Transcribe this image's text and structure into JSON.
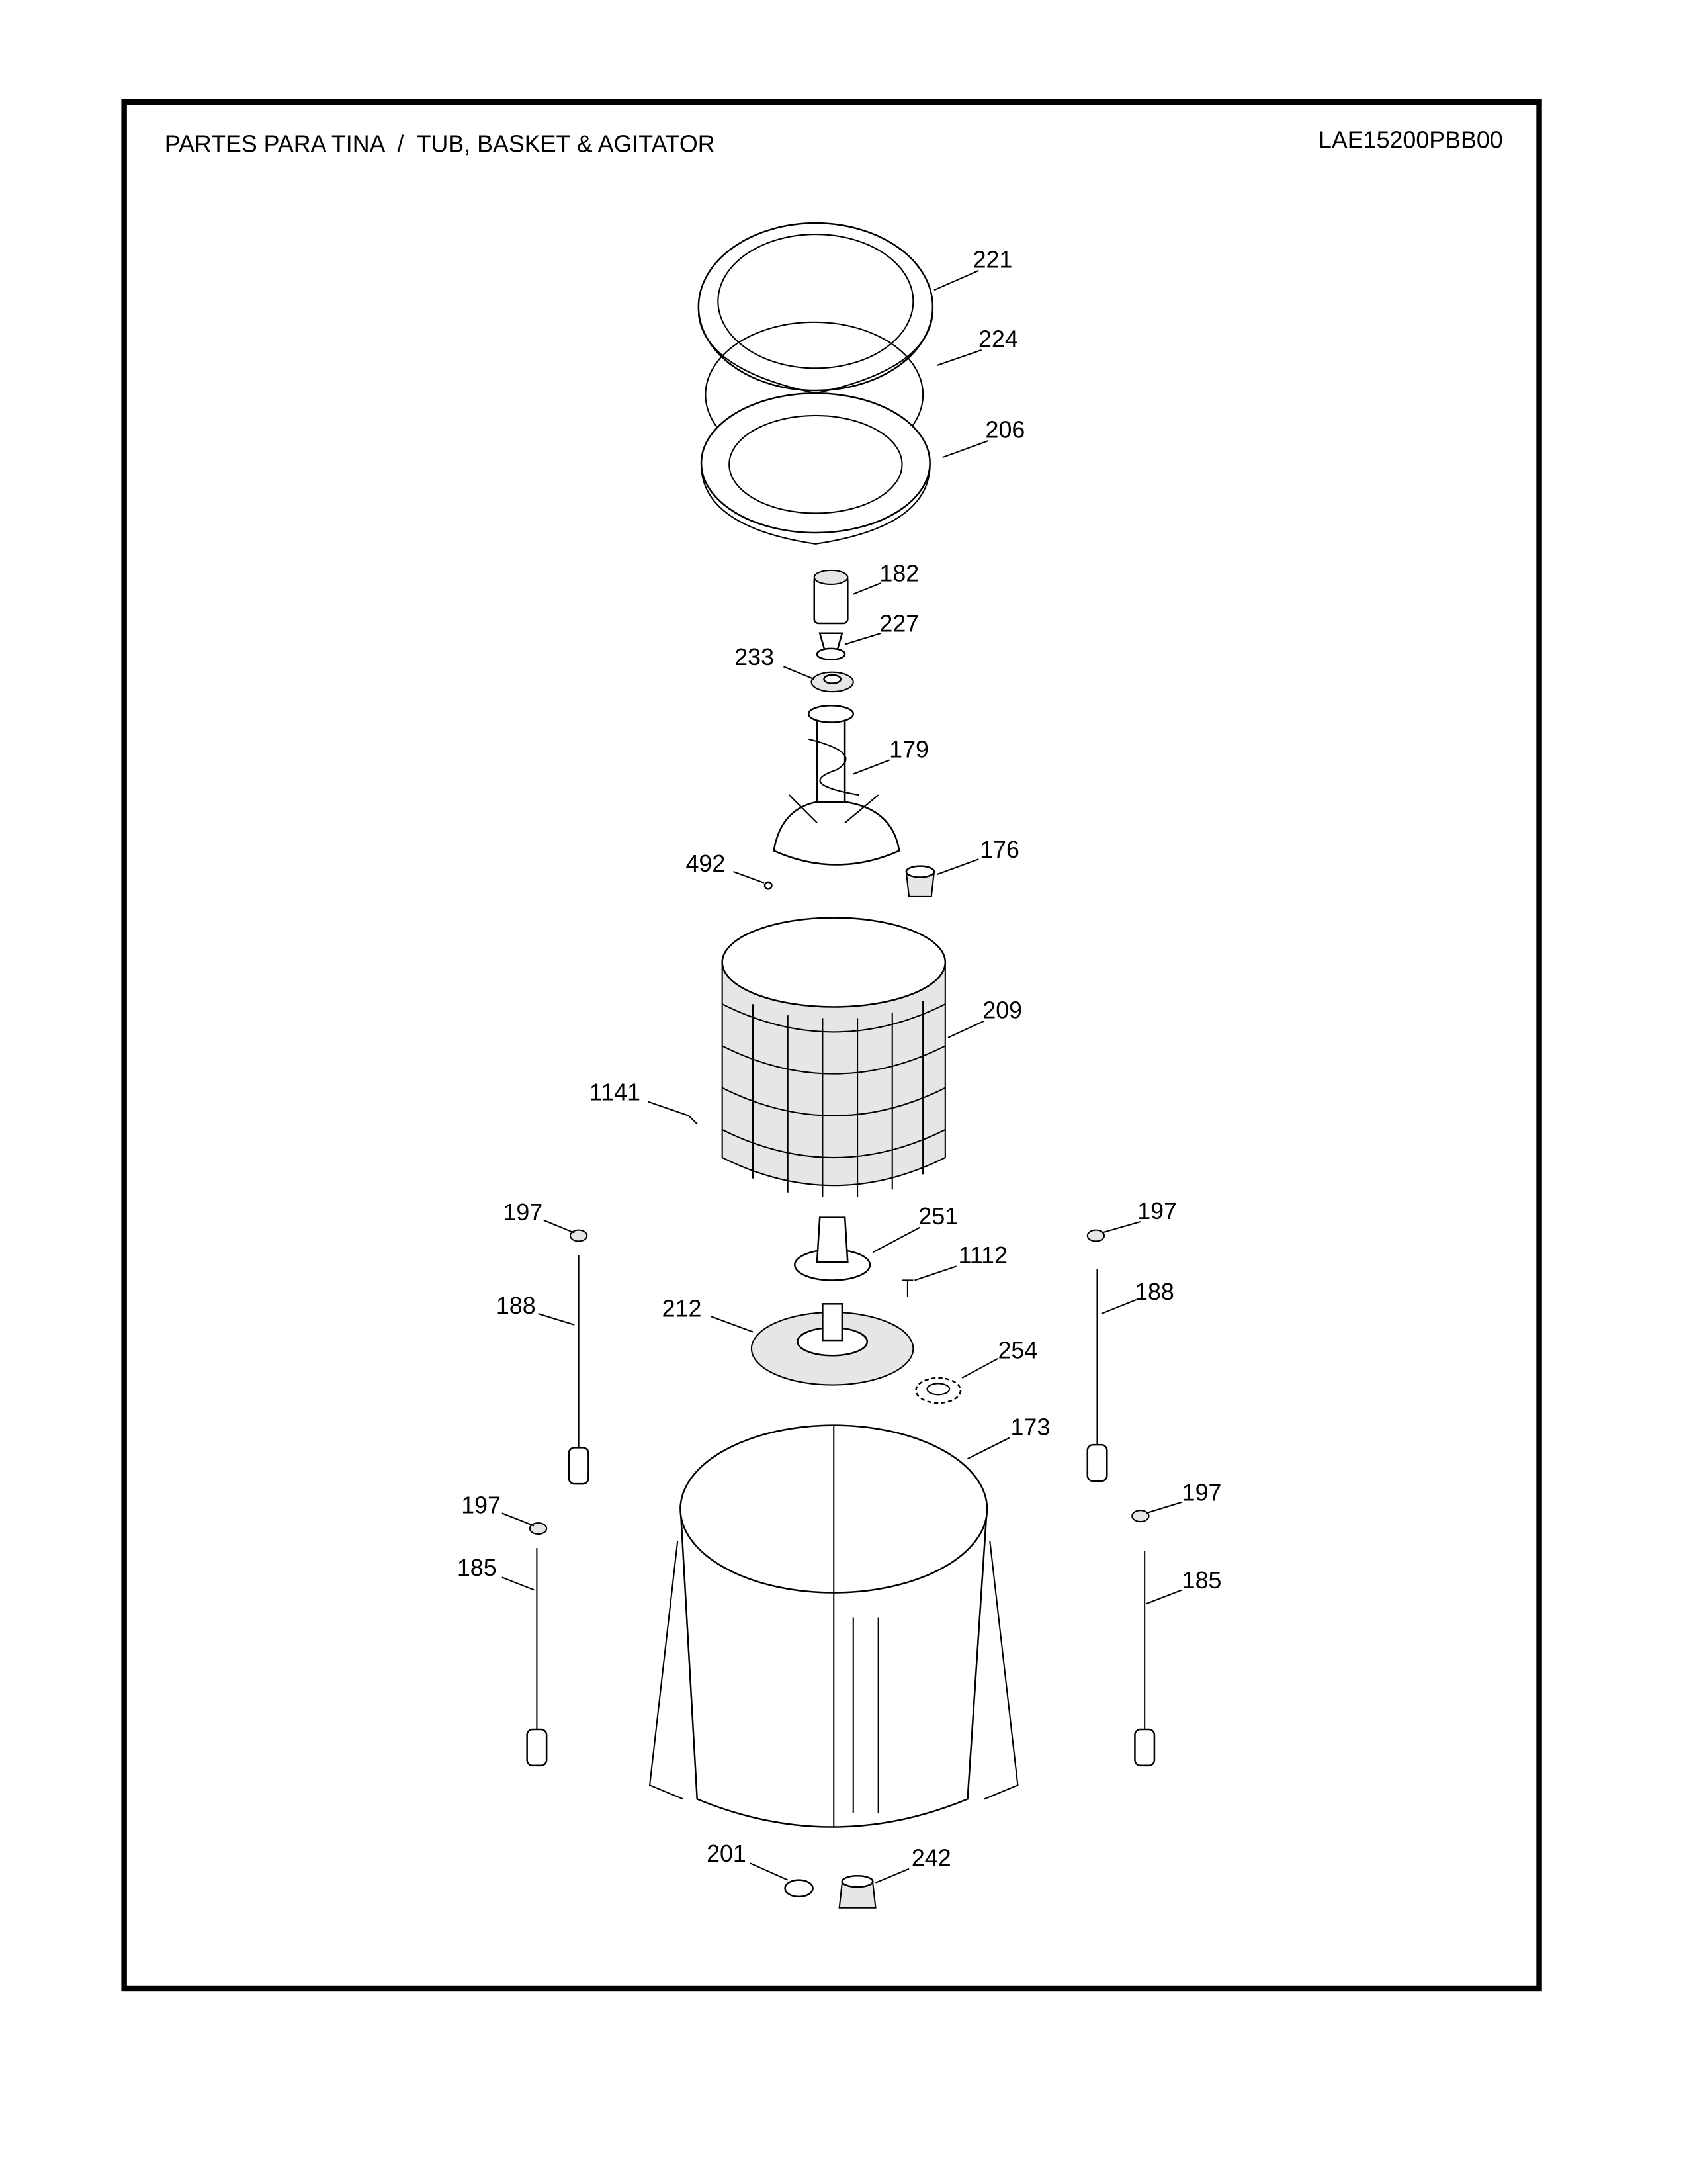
{
  "header": {
    "title": "PARTES PARA TINA  /  TUB, BASKET & AGITATOR",
    "model": "LAE15200PBB00"
  },
  "callouts": [
    "221",
    "224",
    "206",
    "182",
    "227",
    "233",
    "179",
    "492",
    "176",
    "209",
    "1141",
    "197",
    "197",
    "251",
    "1112",
    "188",
    "188",
    "212",
    "254",
    "173",
    "197",
    "197",
    "185",
    "185",
    "201",
    "242"
  ]
}
